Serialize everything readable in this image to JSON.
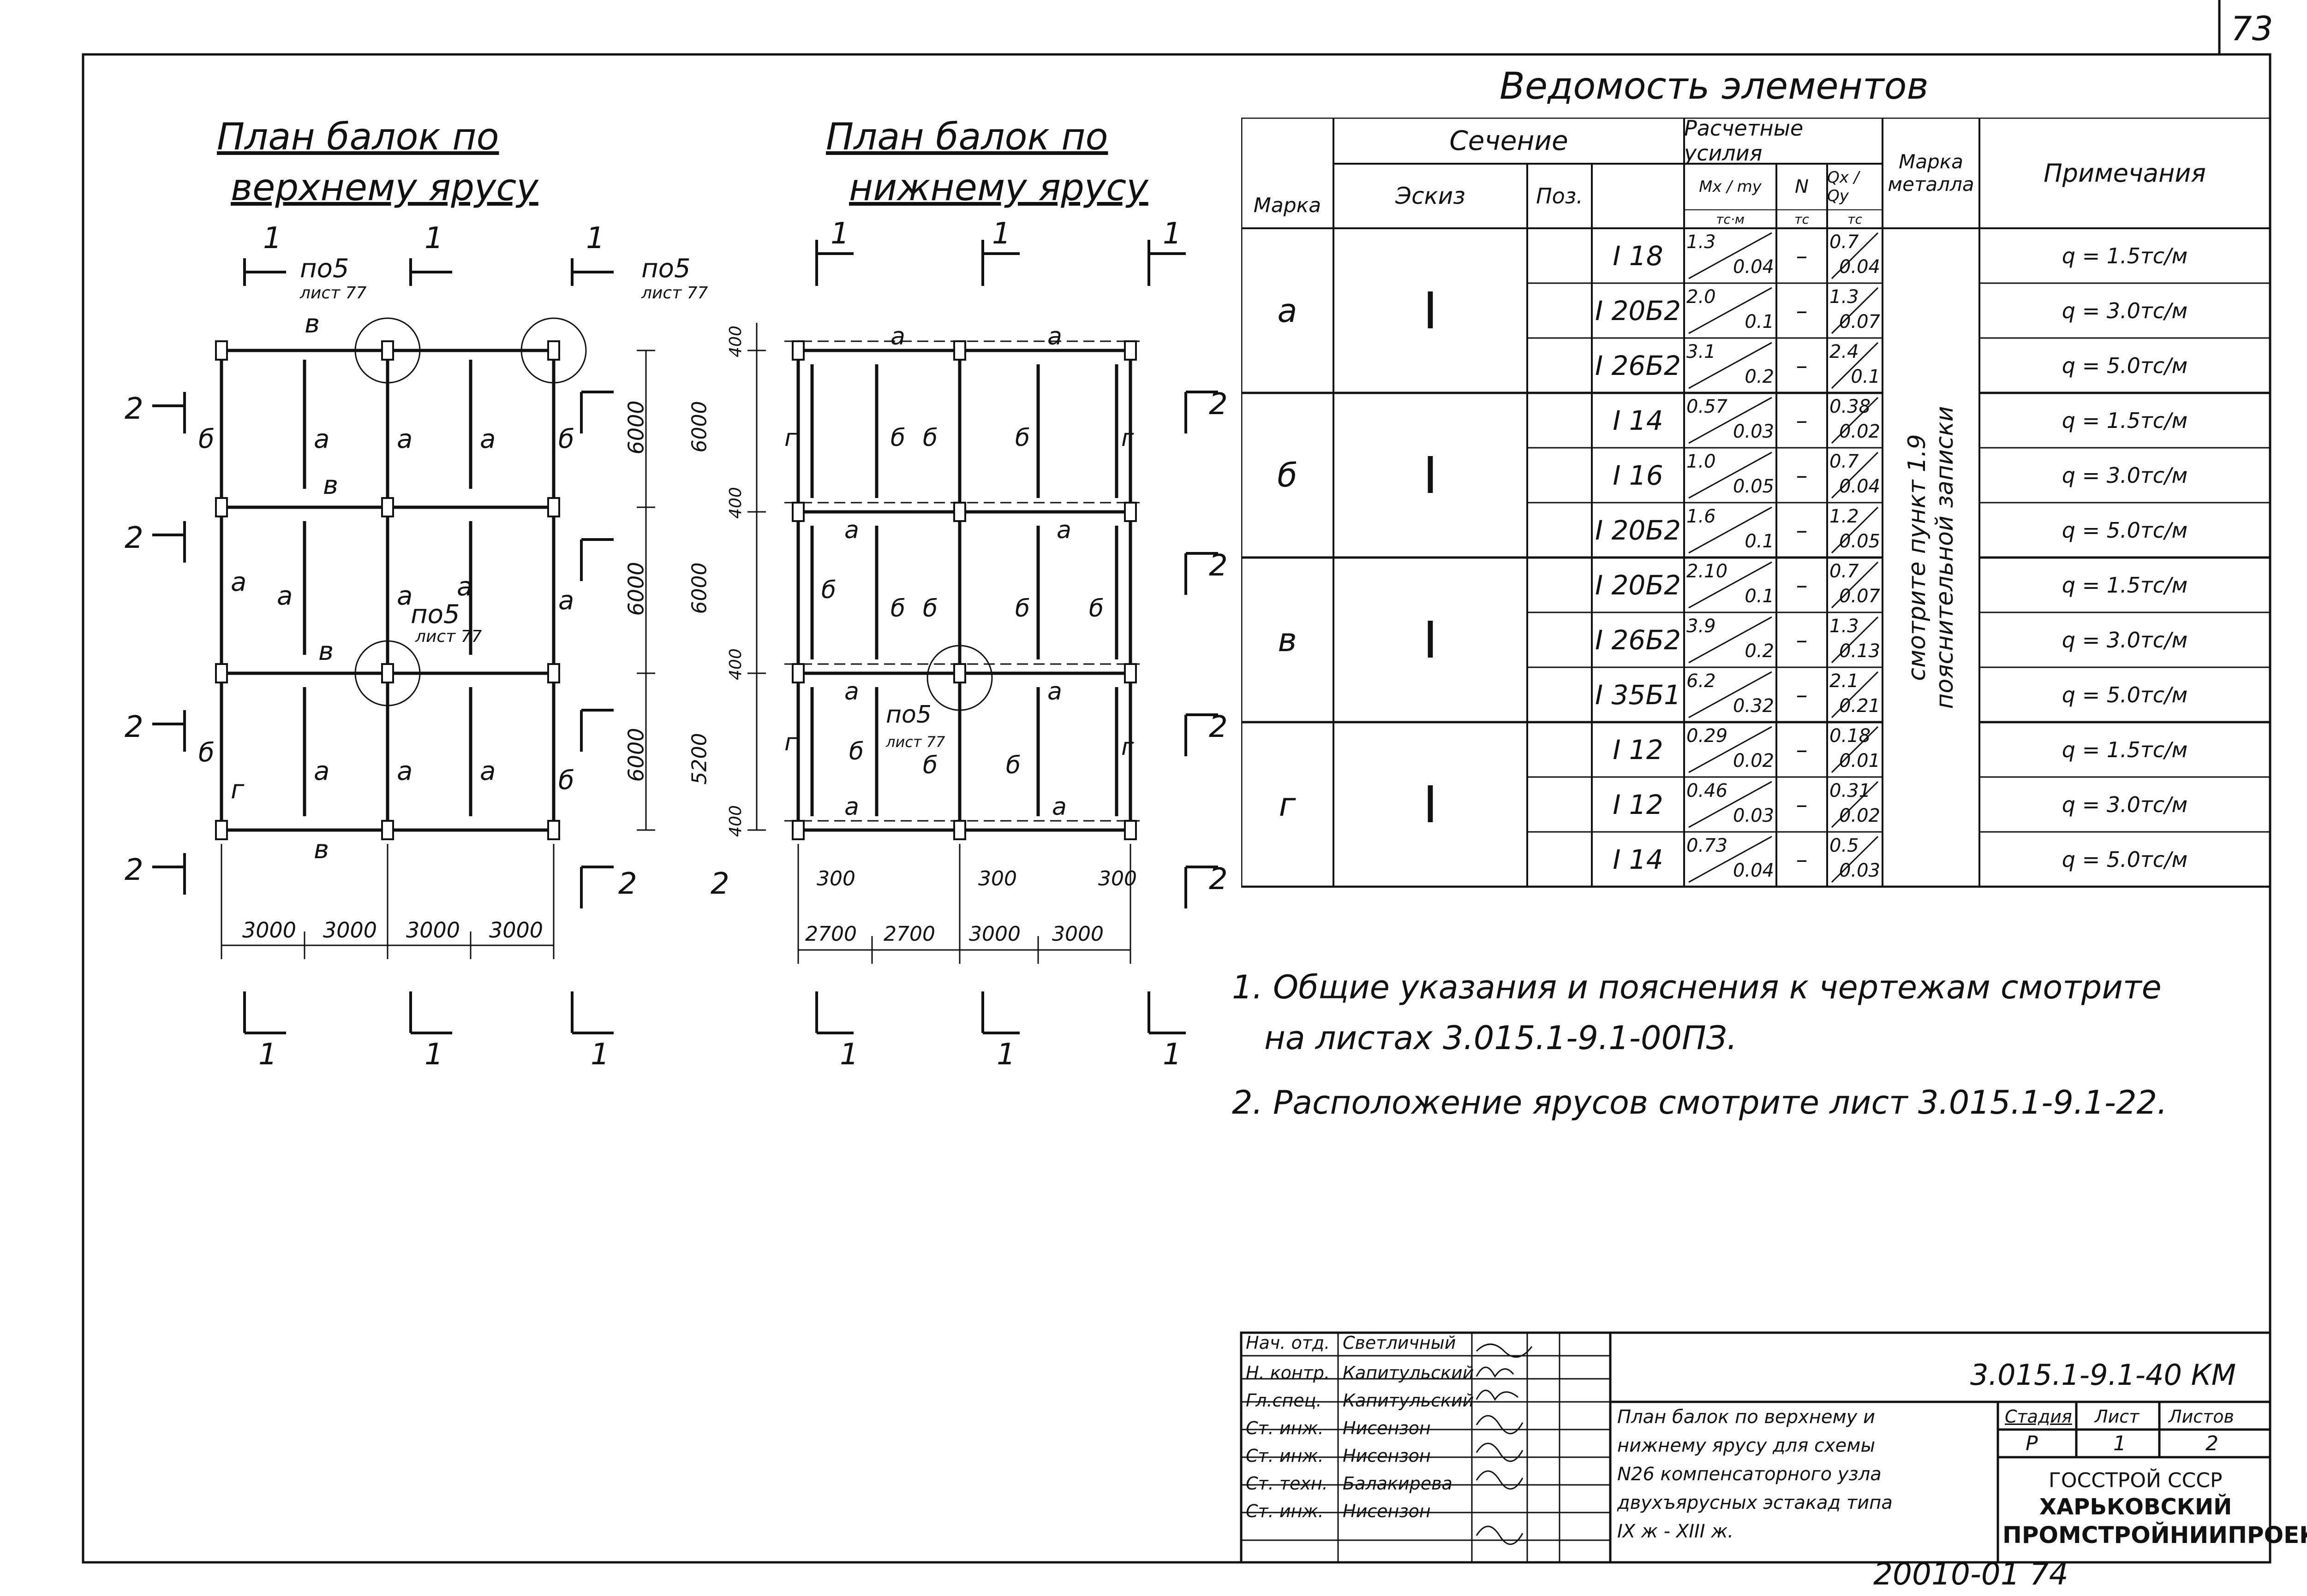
{
  "sheet": {
    "corner_number": "73",
    "drawing_code": "3.015.1-9.1-40 КМ",
    "bottom_code": "20010-01 74"
  },
  "plans": {
    "top": {
      "title_line1": "План балок по",
      "title_line2": "верхнему ярусу"
    },
    "bottom": {
      "title_line1": "План балок по",
      "title_line2": "нижнему ярусу"
    },
    "section_mark_1": "1",
    "section_mark_2": "2",
    "ref_no": "по5",
    "ref_sheet": "лист 77",
    "beam_labels": {
      "a": "а",
      "b": "б",
      "v": "в",
      "g": "г"
    },
    "top_dims_horizontal": [
      "3000",
      "3000",
      "3000",
      "3000"
    ],
    "top_dims_vertical": [
      "6000",
      "6000",
      "6000"
    ],
    "bottom_dims_horizontal": [
      "2700",
      "2700",
      "3000",
      "3000"
    ],
    "bottom_dims_offsets": [
      "300",
      "300",
      "300"
    ],
    "bottom_dims_vertical": [
      "6000",
      "6000",
      "5200"
    ],
    "bottom_dims_small": [
      "400",
      "400",
      "400",
      "400"
    ]
  },
  "table": {
    "title": "Ведомость элементов",
    "headers": {
      "marka": "Марка",
      "sechenie": "Сечение",
      "eskiz": "Эскиз",
      "poz": "Поз.",
      "usiliya": "Расчетные усилия",
      "mx": "Mx",
      "my": "my",
      "mx_unit": "тс·м",
      "n": "N",
      "n_unit": "тс",
      "qx": "Qx",
      "qy": "Qy",
      "q_unit": "тс",
      "marka_metalla": "Марка металла",
      "primechanie": "Примечания"
    },
    "metal_note_line1": "смотрите пункт 1.9",
    "metal_note_line2": "пояснительной записки",
    "sketch_symbol": "I",
    "groups": [
      {
        "mark": "а",
        "rows": [
          {
            "profile": "I 18",
            "mx": "1.3",
            "my": "0.04",
            "n": "–",
            "qx": "0.7",
            "qy": "0.04",
            "note": "q = 1.5тс/м"
          },
          {
            "profile": "I 20Б2",
            "mx": "2.0",
            "my": "0.1",
            "n": "–",
            "qx": "1.3",
            "qy": "0.07",
            "note": "q = 3.0тс/м"
          },
          {
            "profile": "I 26Б2",
            "mx": "3.1",
            "my": "0.2",
            "n": "–",
            "qx": "2.4",
            "qy": "0.1",
            "note": "q = 5.0тс/м"
          }
        ]
      },
      {
        "mark": "б",
        "rows": [
          {
            "profile": "I 14",
            "mx": "0.57",
            "my": "0.03",
            "n": "–",
            "qx": "0.38",
            "qy": "0.02",
            "note": "q = 1.5тс/м"
          },
          {
            "profile": "I 16",
            "mx": "1.0",
            "my": "0.05",
            "n": "–",
            "qx": "0.7",
            "qy": "0.04",
            "note": "q = 3.0тс/м"
          },
          {
            "profile": "I 20Б2",
            "mx": "1.6",
            "my": "0.1",
            "n": "–",
            "qx": "1.2",
            "qy": "0.05",
            "note": "q = 5.0тс/м"
          }
        ]
      },
      {
        "mark": "в",
        "rows": [
          {
            "profile": "I 20Б2",
            "mx": "2.10",
            "my": "0.1",
            "n": "–",
            "qx": "0.7",
            "qy": "0.07",
            "note": "q = 1.5тс/м"
          },
          {
            "profile": "I 26Б2",
            "mx": "3.9",
            "my": "0.2",
            "n": "–",
            "qx": "1.3",
            "qy": "0.13",
            "note": "q = 3.0тс/м"
          },
          {
            "profile": "I 35Б1",
            "mx": "6.2",
            "my": "0.32",
            "n": "–",
            "qx": "2.1",
            "qy": "0.21",
            "note": "q = 5.0тс/м"
          }
        ]
      },
      {
        "mark": "г",
        "rows": [
          {
            "profile": "I 12",
            "mx": "0.29",
            "my": "0.02",
            "n": "–",
            "qx": "0.18",
            "qy": "0.01",
            "note": "q = 1.5тс/м"
          },
          {
            "profile": "I 12",
            "mx": "0.46",
            "my": "0.03",
            "n": "–",
            "qx": "0.31",
            "qy": "0.02",
            "note": "q = 3.0тс/м"
          },
          {
            "profile": "I 14",
            "mx": "0.73",
            "my": "0.04",
            "n": "–",
            "qx": "0.5",
            "qy": "0.03",
            "note": "q = 5.0тс/м"
          }
        ]
      }
    ]
  },
  "notes": {
    "line1": "1. Общие указания и пояснения к чертежам смотрите",
    "line1b": "на листах 3.015.1-9.1-00ПЗ.",
    "line2": "2. Расположение ярусов смотрите лист 3.015.1-9.1-22."
  },
  "stamp": {
    "people": [
      {
        "role": "Нач. отд.",
        "name": "Светличный"
      },
      {
        "role": "Н. контр.",
        "name": "Капитульский"
      },
      {
        "role": "Гл.спец.",
        "name": "Капитульский"
      },
      {
        "role": "Ст. инж.",
        "name": "Нисензон"
      },
      {
        "role": "Ст. инж.",
        "name": "Нисензон"
      },
      {
        "role": "Ст. техн.",
        "name": "Балакирева"
      },
      {
        "role": "Ст. инж.",
        "name": "Нисензон"
      }
    ],
    "description": [
      "План балок по верхнему и",
      "нижнему ярусу для схемы",
      "N26 компенсаторного узла",
      "двухъярусных эстакад типа",
      "IX ж - XIII ж."
    ],
    "stage_label": "Стадия",
    "sheet_label": "Лист",
    "sheets_label": "Листов",
    "stage": "Р",
    "sheet": "1",
    "sheets": "2",
    "org_line1": "ГОССТРОЙ СССР",
    "org_line2": "ХАРЬКОВСКИЙ",
    "org_line3": "ПРОМСТРОЙНИИПРОЕКТ"
  }
}
